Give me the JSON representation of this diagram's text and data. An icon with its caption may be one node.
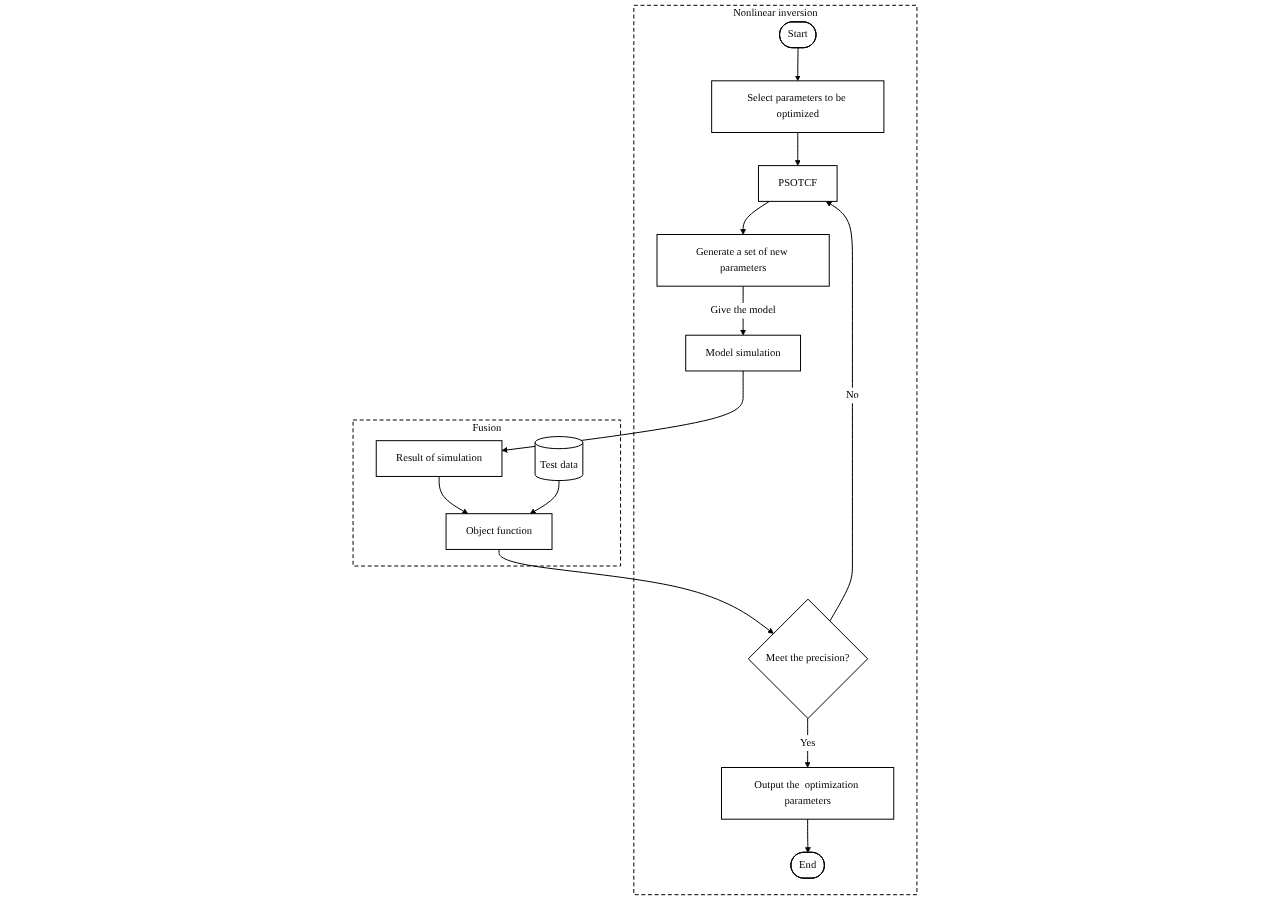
{
  "diagram": {
    "nodes": [
      {
        "text": [
          "Nonlinear inversion"
        ]
      },
      {
        "text": [
          "Start"
        ],
        "in": 0
      },
      {
        "text": [
          "Select parameters to be optimized"
        ],
        "in": 0
      },
      {
        "text": [
          "PSOTCF"
        ],
        "in": 0
      },
      {
        "text": [
          "Generate a set of new parameters"
        ],
        "in": 0
      },
      {
        "text": [
          "Model simulation"
        ],
        "in": 0
      },
      {
        "text": [
          "End"
        ],
        "in": 0
      },
      {
        "text": [
          "Output the  optimization parameters"
        ],
        "in": 0
      },
      {
        "text": [
          "Meet the precision?"
        ],
        "in": 0
      },
      {
        "text": [
          "Fusion"
        ]
      },
      {
        "text": [
          "Object function"
        ],
        "in": 9
      },
      {
        "text": [
          "Test data"
        ],
        "in": 9
      },
      {
        "text": [
          "Result of simulation"
        ],
        "in": 9
      }
    ],
    "edges": [
      {
        "from": 1,
        "to": 2,
        "arrow": "to"
      },
      {
        "from": 2,
        "to": 3,
        "arrow": "to"
      },
      {
        "from": 3,
        "to": 4,
        "arrow": "to"
      },
      {
        "from": 4,
        "to": 5,
        "arrow": "to",
        "label": "Give the model"
      },
      {
        "from": 5,
        "to": 12,
        "arrow": "to"
      },
      {
        "from": 12,
        "to": 10,
        "arrow": "to"
      },
      {
        "from": 11,
        "to": 10,
        "arrow": "to"
      },
      {
        "from": 10,
        "to": 8,
        "arrow": "to"
      },
      {
        "from": 8,
        "to": 7,
        "arrow": "to",
        "label": "Yes"
      },
      {
        "from": 7,
        "to": 6,
        "arrow": "to"
      },
      {
        "from": 8,
        "to": 3,
        "arrow": "to",
        "label": "No"
      }
    ]
  }
}
